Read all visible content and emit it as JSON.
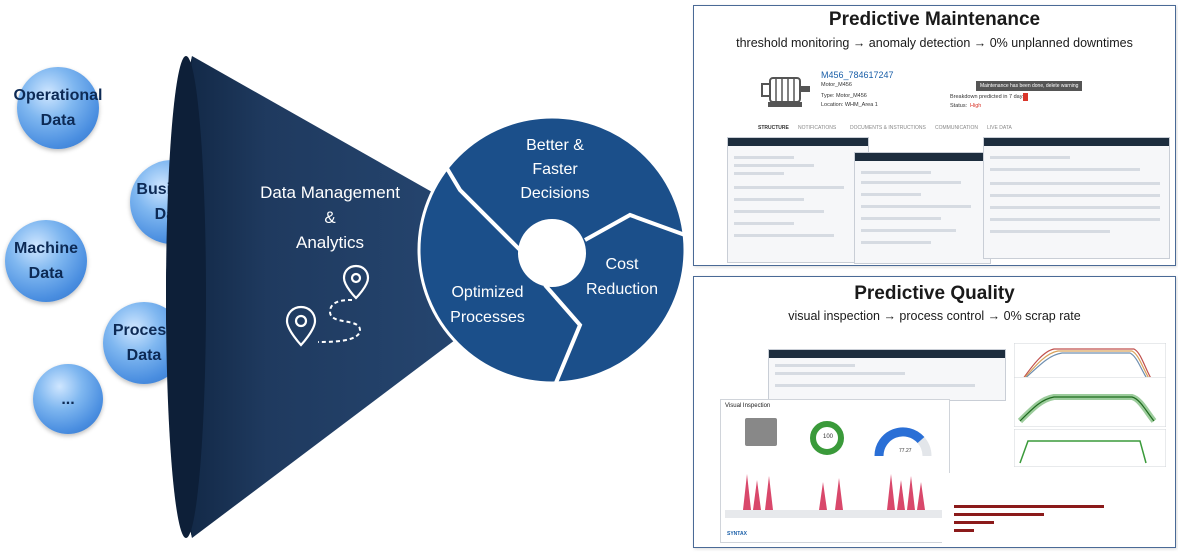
{
  "sources": [
    {
      "label_line1": "Operational",
      "label_line2": "Data"
    },
    {
      "label_line1": "Business",
      "label_line2": "Data"
    },
    {
      "label_line1": "Machine",
      "label_line2": "Data"
    },
    {
      "label_line1": "Process",
      "label_line2": "Data"
    },
    {
      "label_line1": "...",
      "label_line2": ""
    }
  ],
  "funnel": {
    "line1": "Data Management",
    "line2": "&",
    "line3": "Analytics"
  },
  "outcomes": {
    "better": {
      "line1": "Better &",
      "line2": "Faster",
      "line3": "Decisions"
    },
    "cost": {
      "line1": "Cost",
      "line2": "Reduction"
    },
    "optimized": {
      "line1": "Optimized",
      "line2": "Processes"
    }
  },
  "predictive_maintenance": {
    "title": "Predictive Maintenance",
    "subtitle": "threshold monitoring → anomaly detection → 0% unplanned downtimes",
    "asset_id": "M456_784617247",
    "asset_sub": "Motor_M456",
    "type": "Type: Motor_M456",
    "location": "Location: WHM_Area 1",
    "breakdown": "Breakdown predicted in 7 days",
    "status_label": "Status:",
    "status_value": "High",
    "tooltip": "Maintenance has been done, delete warning",
    "tabs": [
      "STRUCTURE",
      "NOTIFICATIONS",
      "DOCUMENTS & INSTRUCTIONS",
      "COMMUNICATION",
      "LIVE DATA"
    ]
  },
  "predictive_quality": {
    "title": "Predictive Quality",
    "subtitle": "visual inspection → process control → 0% scrap rate",
    "section_label": "Visual Inspection",
    "donut_value": "100",
    "gauge_value": "77.27",
    "brand": "SYNTAX"
  },
  "colors": {
    "funnel": "#1f3a5f",
    "wheel": "#1b4f8a",
    "bubble": "#4a8ee0",
    "panel_border": "#4a6a96",
    "spike": "#d9486b",
    "green": "#3a9a3a",
    "gauge_blue": "#2a6fd6"
  }
}
